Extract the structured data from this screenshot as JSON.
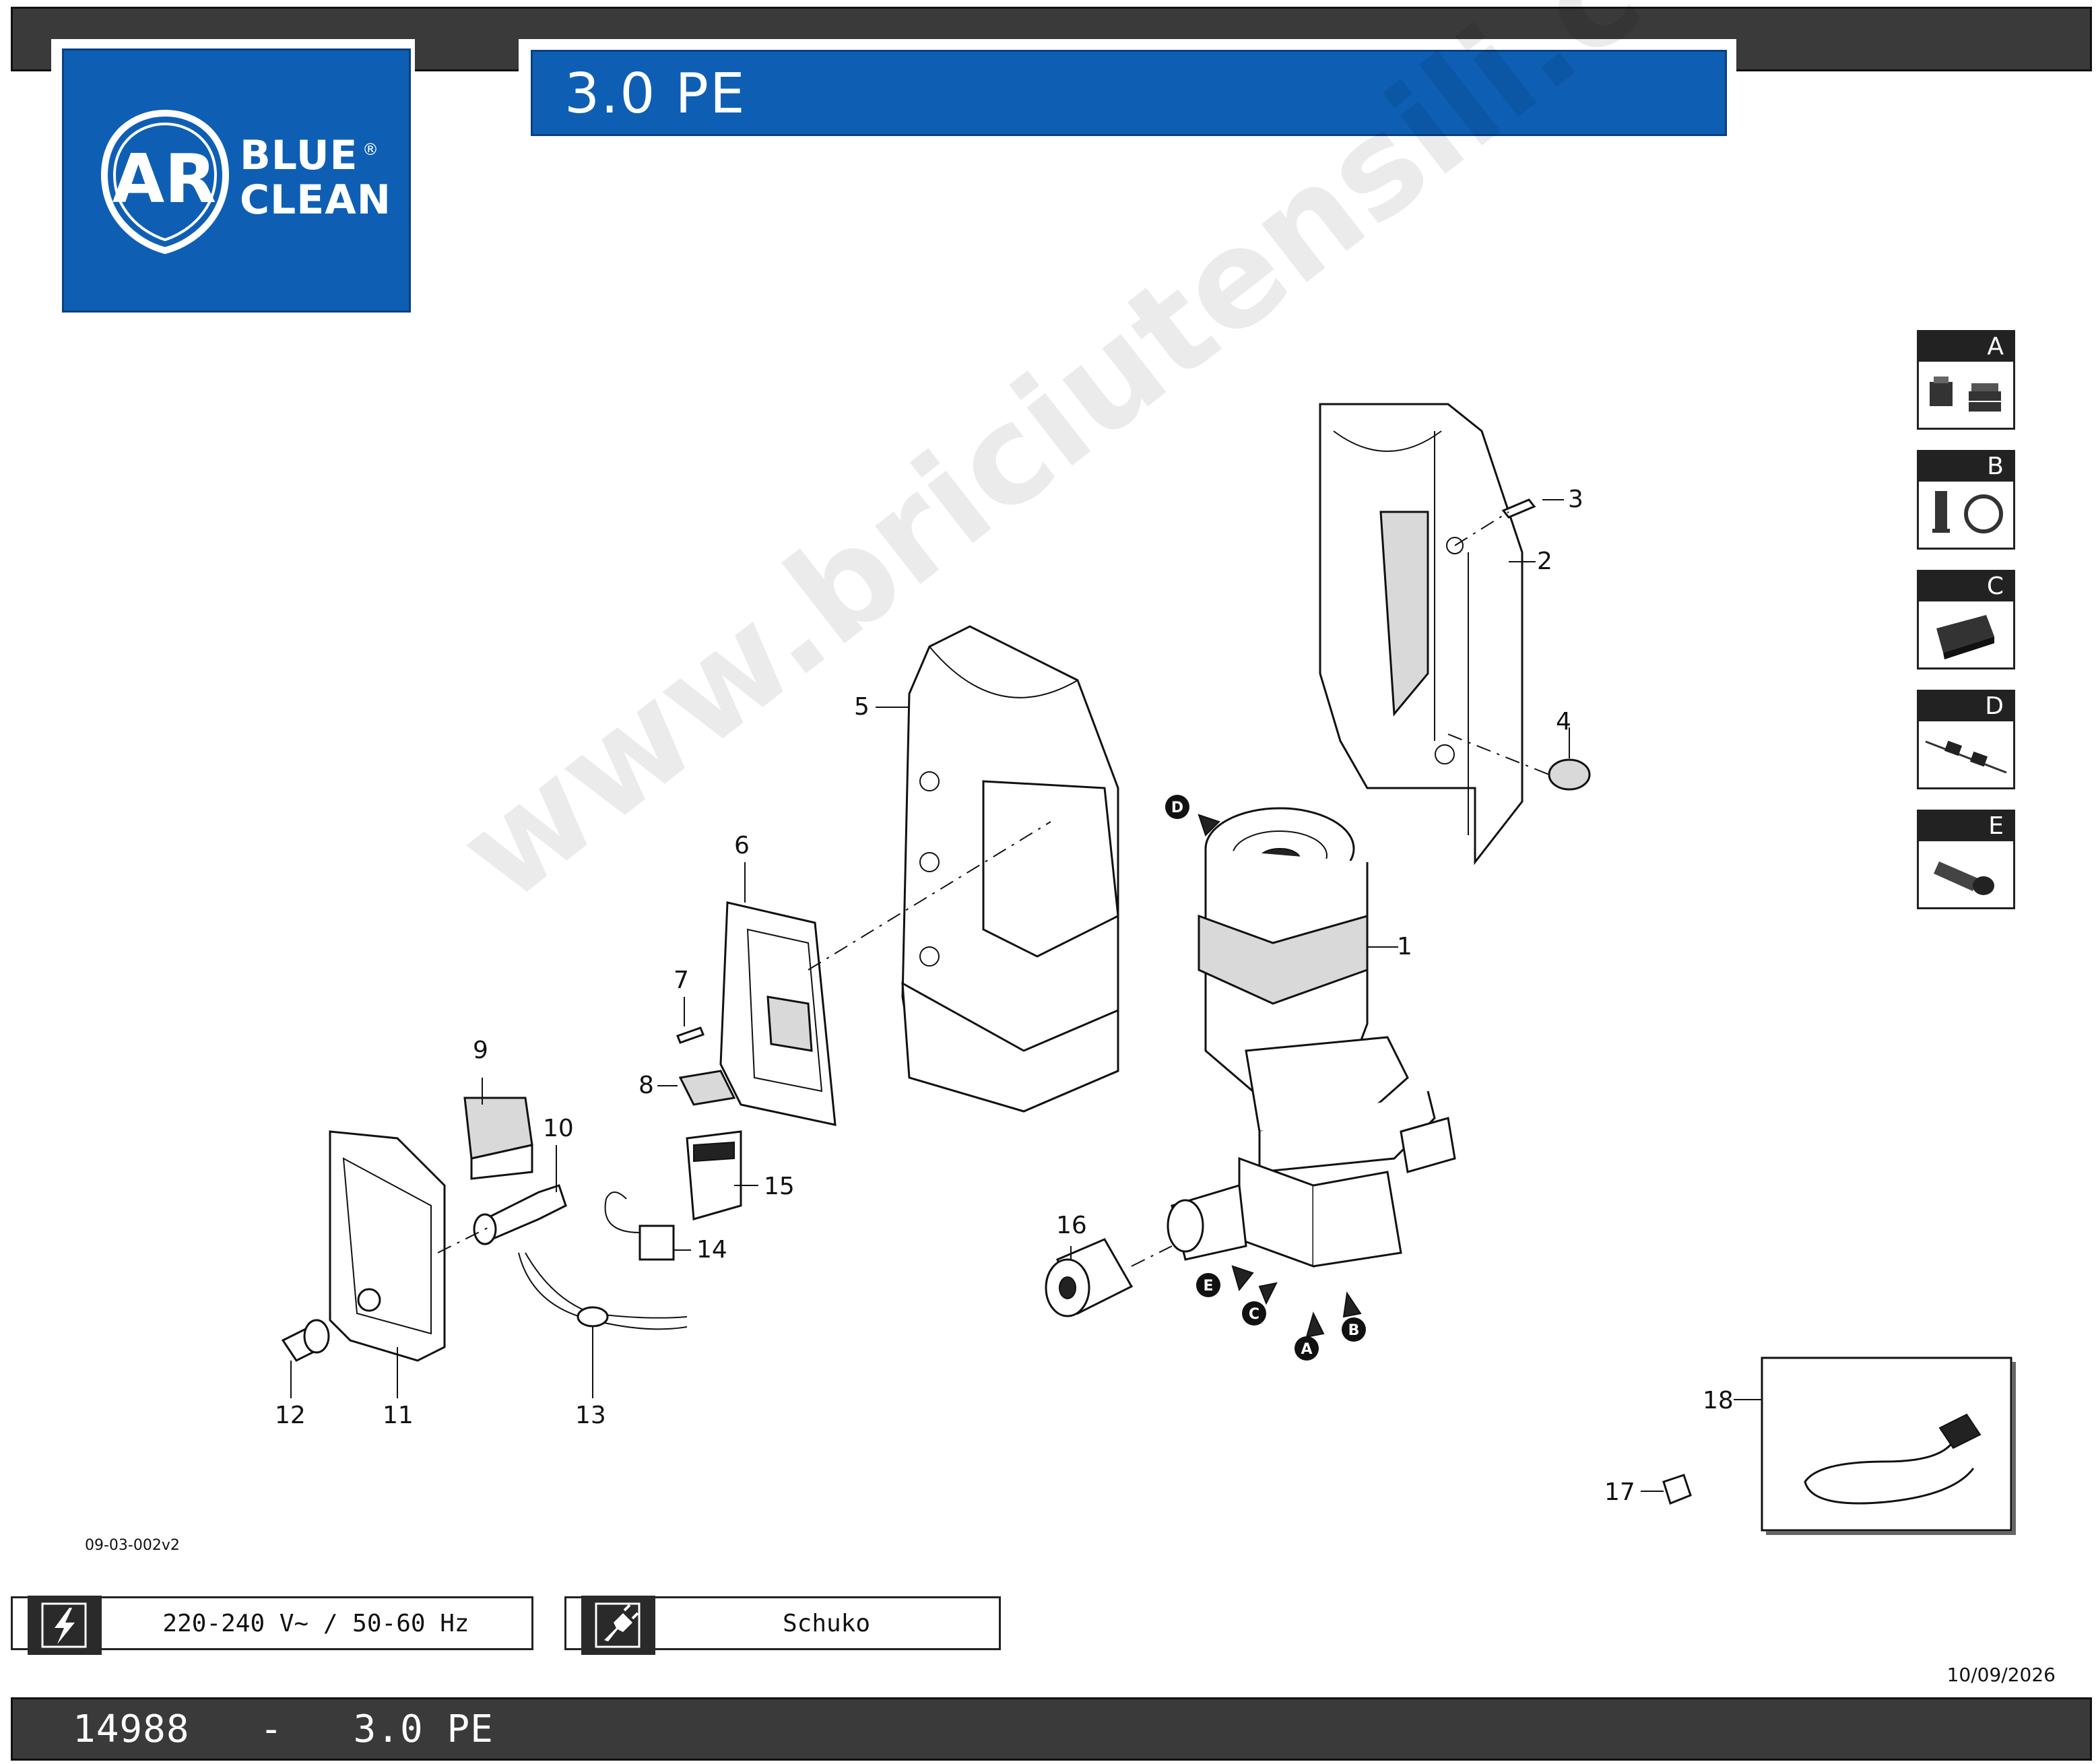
{
  "header": {
    "brand_line1": "BLUE",
    "brand_line2": "CLEAN",
    "brand_mark": "®",
    "logo_monogram": "AR",
    "model_title": "3.0 PE"
  },
  "legend": [
    {
      "letter": "A",
      "icon": "valve-set-icon"
    },
    {
      "letter": "B",
      "icon": "piston-seal-icon"
    },
    {
      "letter": "C",
      "icon": "switch-module-icon"
    },
    {
      "letter": "D",
      "icon": "capacitor-icon"
    },
    {
      "letter": "E",
      "icon": "hose-fitting-icon"
    }
  ],
  "callouts": [
    "1",
    "2",
    "3",
    "4",
    "5",
    "6",
    "7",
    "8",
    "9",
    "10",
    "11",
    "12",
    "13",
    "14",
    "15",
    "16",
    "17",
    "18"
  ],
  "markers": [
    "A",
    "B",
    "C",
    "D",
    "E"
  ],
  "drawing_code": "09-03-002v2",
  "specs": {
    "voltage": "220-240 V~ / 50-60 Hz",
    "voltage_icon": "lightning-icon",
    "plug": "Schuko",
    "plug_icon": "plug-icon"
  },
  "date": "10/09/2026",
  "footer": {
    "code": "14988",
    "separator": "-",
    "model": "3.0 PE"
  },
  "watermark": "www.briciutensili.com",
  "colors": {
    "brand_blue": "#0e5fb4",
    "bar_dark": "#3a3a3a"
  }
}
